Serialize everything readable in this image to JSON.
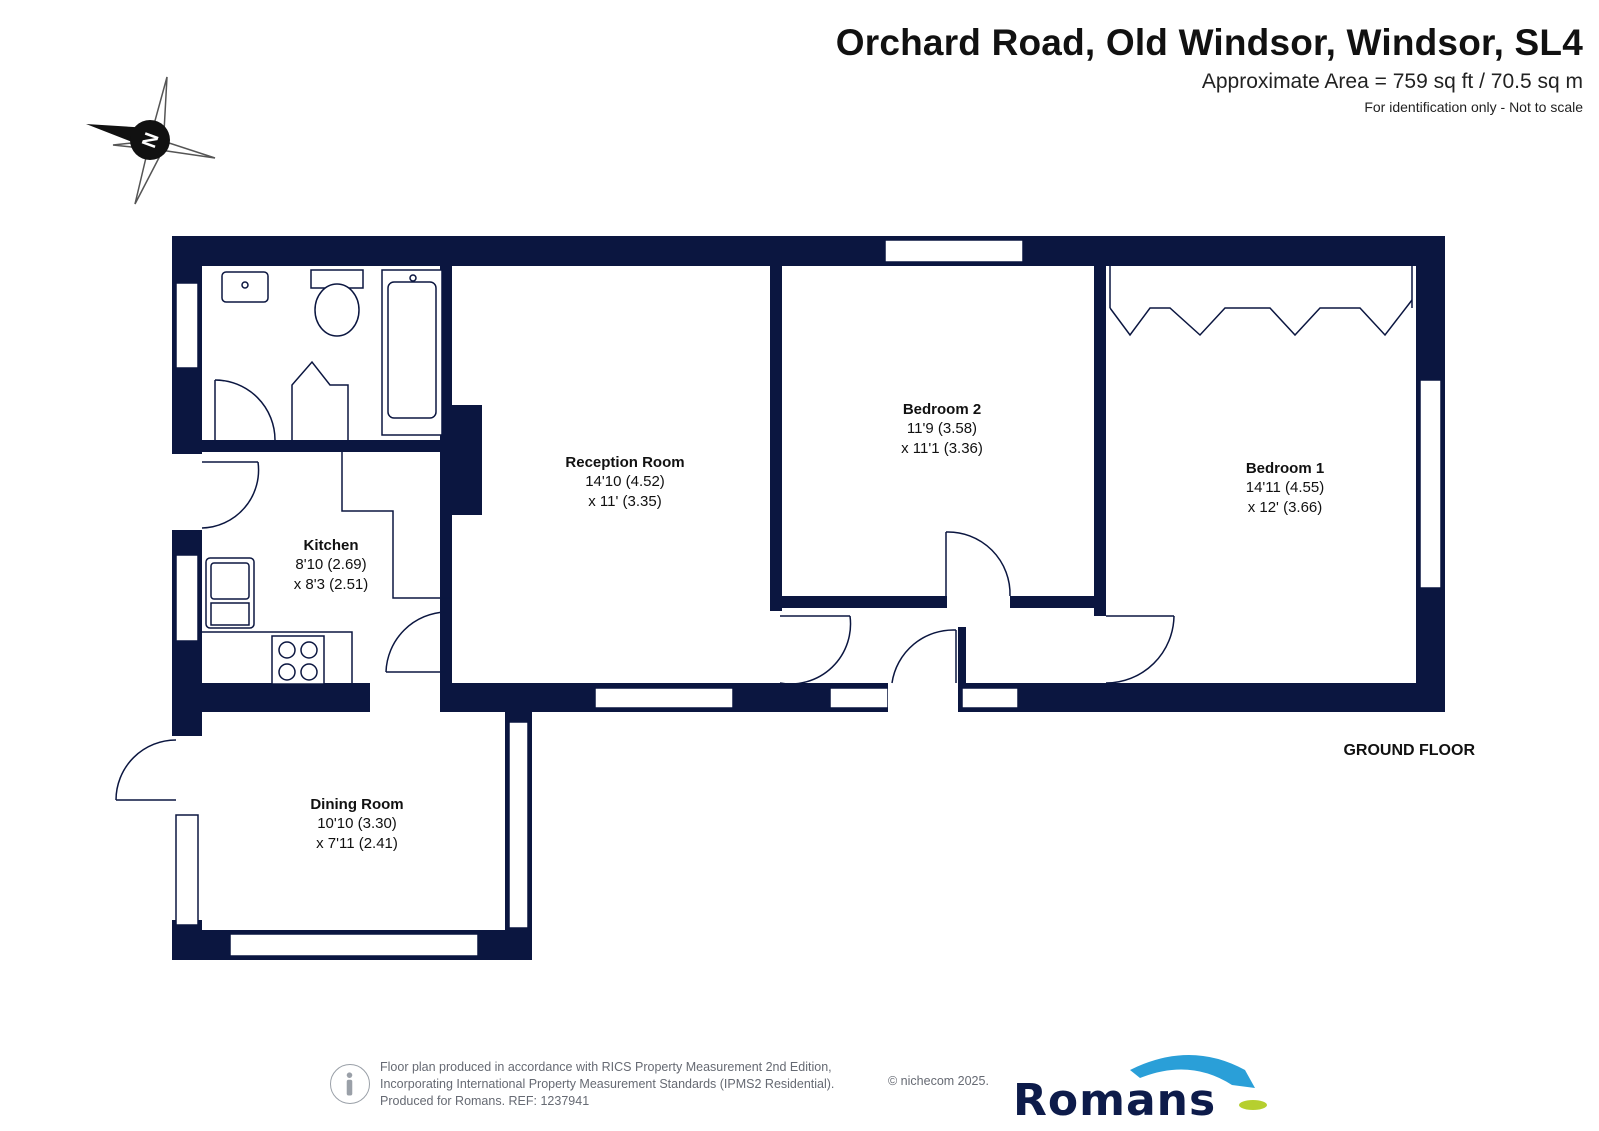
{
  "header": {
    "title": "Orchard Road, Old Windsor, Windsor, SL4",
    "area": "Approximate Area = 759 sq ft / 70.5 sq m",
    "disclaimer": "For identification only - Not to scale"
  },
  "compass": {
    "label": "N"
  },
  "floor_label": "GROUND FLOOR",
  "rooms": {
    "reception": {
      "name": "Reception Room",
      "dim1": "14'10 (4.52)",
      "dim2": "x 11' (3.35)"
    },
    "bedroom2": {
      "name": "Bedroom 2",
      "dim1": "11'9 (3.58)",
      "dim2": "x 11'1 (3.36)"
    },
    "bedroom1": {
      "name": "Bedroom 1",
      "dim1": "14'11 (4.55)",
      "dim2": "x 12' (3.66)"
    },
    "kitchen": {
      "name": "Kitchen",
      "dim1": "8'10 (2.69)",
      "dim2": "x 8'3 (2.51)"
    },
    "dining": {
      "name": "Dining Room",
      "dim1": "10'10 (3.30)",
      "dim2": "x 7'11 (2.41)"
    }
  },
  "footer": {
    "line1": "Floor plan produced in accordance with RICS Property Measurement 2nd Edition,",
    "line2": "Incorporating International Property Measurement Standards (IPMS2 Residential).",
    "line3": "Produced for Romans.   REF: 1237941",
    "copyright": "© nichecom 2025."
  },
  "brand": {
    "name": "Romans"
  },
  "colors": {
    "wall": "#0b1640",
    "window": "#ffffff",
    "text": "#111111",
    "brand": "#0d1b4a",
    "brand_accent": "#2a9fd8",
    "brand_accent2": "#b6cf2f"
  }
}
